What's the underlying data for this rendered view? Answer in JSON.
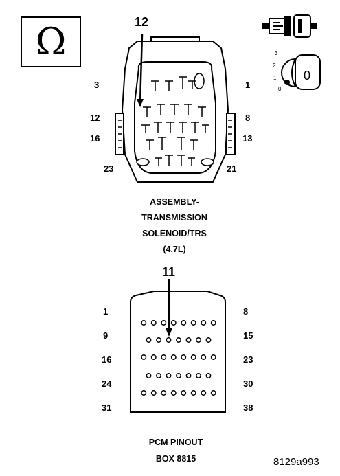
{
  "ohmmeter": {
    "symbol": "Ω",
    "icon": "ohm-symbol-icon"
  },
  "connector_icon": {
    "icon": "connector-disconnect-icon"
  },
  "ignition_icon": {
    "icon": "ignition-switch-icon",
    "positions": [
      "3",
      "2",
      "1",
      "0"
    ],
    "key_label": "0"
  },
  "solenoid_connector": {
    "callout_pin": "12",
    "pin_labels": {
      "top_left": "3",
      "top_right": "1",
      "mid_left": "12",
      "mid_right": "8",
      "lower_left": "16",
      "lower_right": "13",
      "bottom_left": "23",
      "bottom_right": "21"
    },
    "caption_lines": [
      "ASSEMBLY-",
      "TRANSMISSION",
      "SOLENOID/TRS",
      "(4.7L)"
    ]
  },
  "pcm_connector": {
    "callout_pin": "11",
    "left_labels": [
      "1",
      "9",
      "16",
      "24",
      "31"
    ],
    "right_labels": [
      "8",
      "15",
      "23",
      "30",
      "38"
    ],
    "row_hole_counts": [
      8,
      7,
      8,
      7,
      8
    ],
    "caption_lines": [
      "PCM PINOUT",
      "BOX 8815"
    ]
  },
  "figure_code": "8129a993"
}
